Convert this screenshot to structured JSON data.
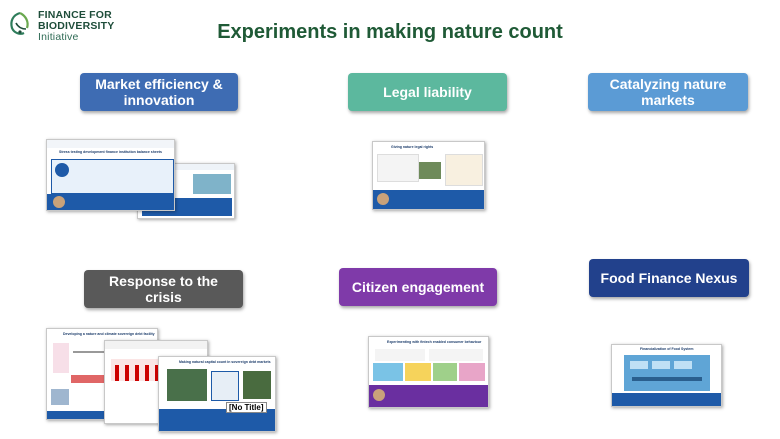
{
  "logo": {
    "line1": "FINANCE FOR",
    "line2": "BIODIVERSITY",
    "line3": "Initiative"
  },
  "title": "Experiments in making nature count",
  "buttons": {
    "market": "Market efficiency & innovation",
    "legal": "Legal liability",
    "catalyzing": "Catalyzing nature markets",
    "crisis": "Response to the crisis",
    "citizen": "Citizen engagement",
    "food": "Food Finance Nexus"
  },
  "colors": {
    "market": "#3e6cb3",
    "legal": "#5cb89e",
    "catalyzing": "#5b9bd5",
    "crisis": "#595959",
    "citizen": "#7f3aa9",
    "food": "#22418c"
  },
  "thumbnails": {
    "market_main": "Stress testing development finance institution balance sheets",
    "legal_main": "Giving nature legal rights",
    "citizen_main": "Experimenting with fintech enabled consumer behaviour",
    "crisis_back": "Developing a nature and climate sovereign debt facility",
    "crisis_front": "Making natural capital count in sovereign debt markets",
    "crisis_notitle": "[No Title]",
    "food_main": "Financialization of Food System"
  }
}
